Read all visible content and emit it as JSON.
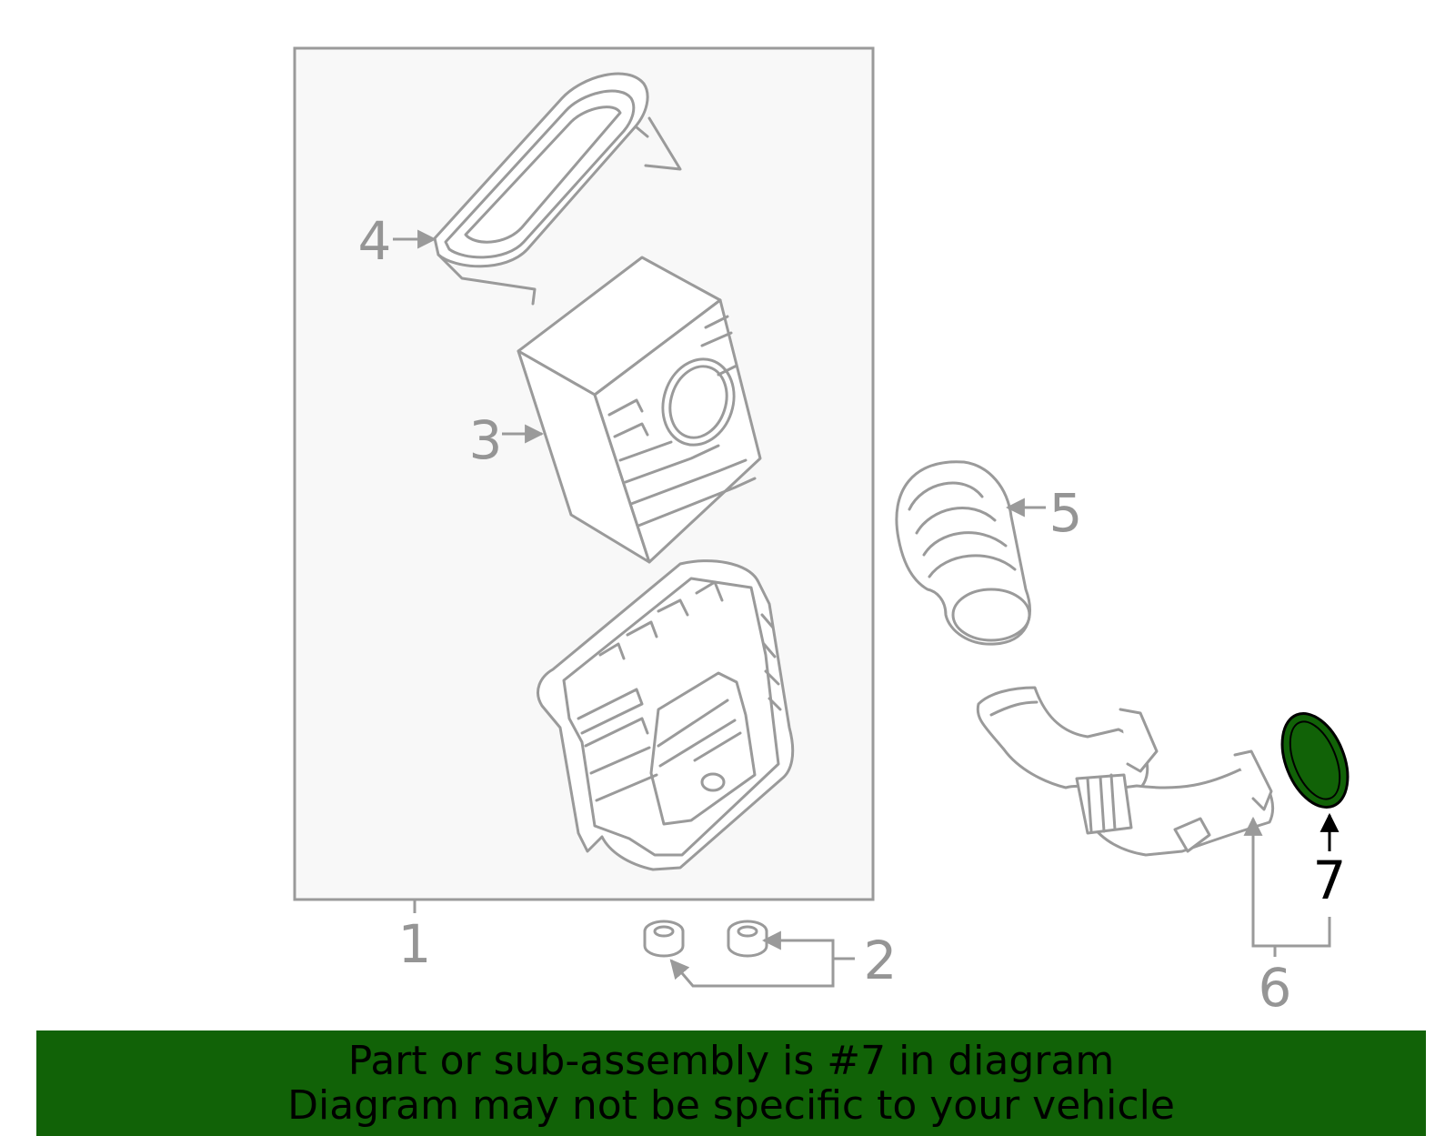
{
  "diagram": {
    "callouts": [
      {
        "id": "1",
        "label": "1"
      },
      {
        "id": "2",
        "label": "2"
      },
      {
        "id": "3",
        "label": "3"
      },
      {
        "id": "4",
        "label": "4"
      },
      {
        "id": "5",
        "label": "5"
      },
      {
        "id": "6",
        "label": "6"
      },
      {
        "id": "7",
        "label": "7"
      }
    ],
    "highlighted_part": "7",
    "colors": {
      "highlight": "#116207",
      "line_art": "#9a9a9a",
      "box_fill": "#f8f8f8"
    }
  },
  "banner": {
    "line1": "Part or sub-assembly is #7 in diagram",
    "line2": "Diagram may not be specific to your vehicle"
  }
}
